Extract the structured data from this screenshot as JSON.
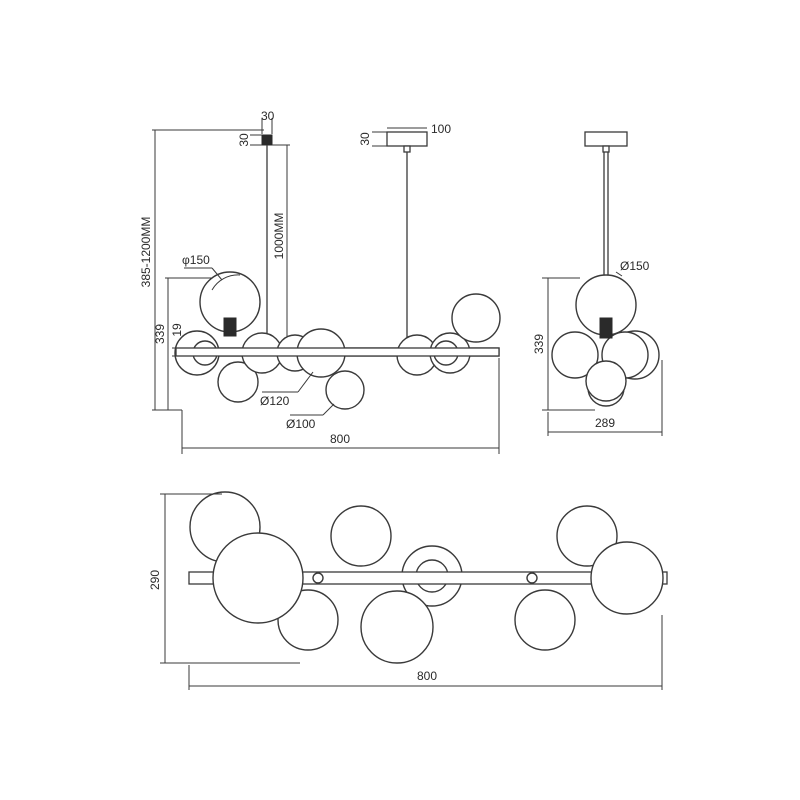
{
  "labels": {
    "front_height_range": "385-1200MM",
    "front_height_339": "339",
    "front_19": "19",
    "front_d150": "φ150",
    "front_d120": "Ø120",
    "front_d100": "Ø100",
    "front_width": "800",
    "front_cable": "1000MM",
    "front_top_30_w": "30",
    "front_top_30_h": "30",
    "mid_30": "30",
    "mid_100": "100",
    "side_d150": "Ø150",
    "side_339": "339",
    "side_289": "289",
    "top_290": "290",
    "top_800": "800"
  }
}
